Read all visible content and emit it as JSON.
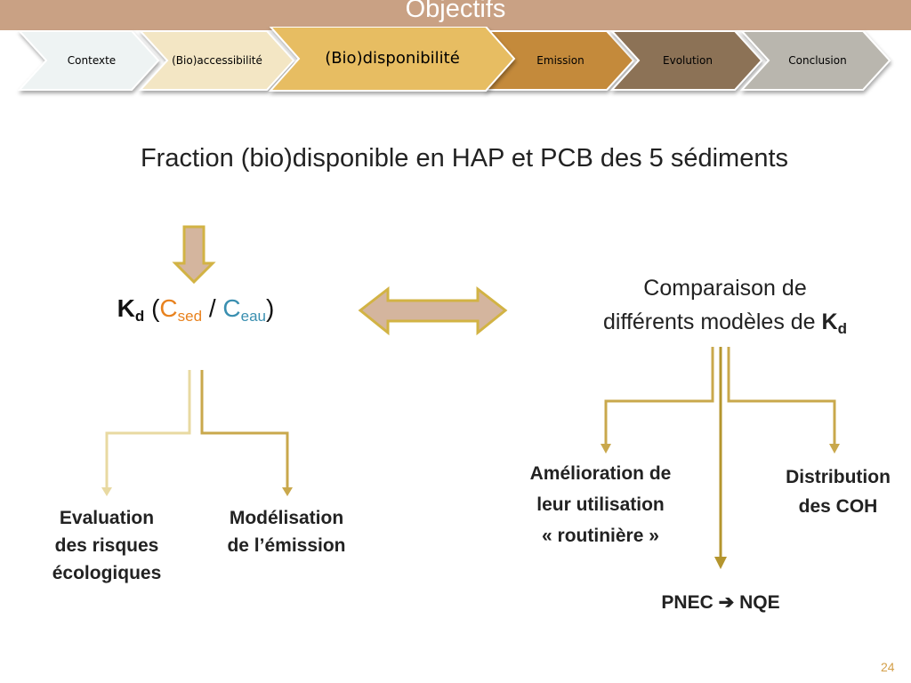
{
  "header": {
    "title": "Objectifs"
  },
  "nav": {
    "tabs": [
      {
        "label": "Contexte",
        "fill": "#eef3f3",
        "text": "#222222"
      },
      {
        "label": "(Bio)accessibilité",
        "fill": "#f3e6c4",
        "text": "#222222"
      },
      {
        "label": "(Bio)disponibilité",
        "fill": "#e7bd62",
        "text": "#222222",
        "active": true
      },
      {
        "label": "Emission",
        "fill": "#c48a3a",
        "text": "#222222"
      },
      {
        "label": "Evolution",
        "fill": "#8c7257",
        "text": "#222222"
      },
      {
        "label": "Conclusion",
        "fill": "#b9b6ae",
        "text": "#222222"
      }
    ]
  },
  "diagram": {
    "title": "Fraction (bio)disponible en HAP et PCB des 5 sédiments",
    "kd": {
      "k": "K",
      "k_sub": "d",
      "open": "(",
      "c1": "C",
      "c1_sub": "sed",
      "slash": "/",
      "c2": "C",
      "c2_sub": "eau",
      "close": ")"
    },
    "comparison": {
      "line1": "Comparaison de",
      "line2": "différents modèles de",
      "k": "K",
      "k_sub": "d"
    },
    "left_outputs": {
      "eval": [
        "Evaluation",
        "des risques",
        "écologiques"
      ],
      "model": [
        "Modélisation",
        "de l’émission"
      ]
    },
    "right_outputs": {
      "improve": [
        "Amélioration de",
        "leur utilisation",
        "« routinière »"
      ],
      "distrib": [
        "Distribution",
        "des COH"
      ],
      "pnec": {
        "left": "PNEC",
        "arrow": "➔",
        "right": "NQE"
      }
    },
    "colors": {
      "arrow_fill": "#d4b59e",
      "arrow_stroke": "#d2b344",
      "light_line": "#e8d9a1",
      "dark_line": "#c9a84c",
      "olive_line": "#b4952e"
    }
  },
  "footer": {
    "page_number": "24"
  }
}
